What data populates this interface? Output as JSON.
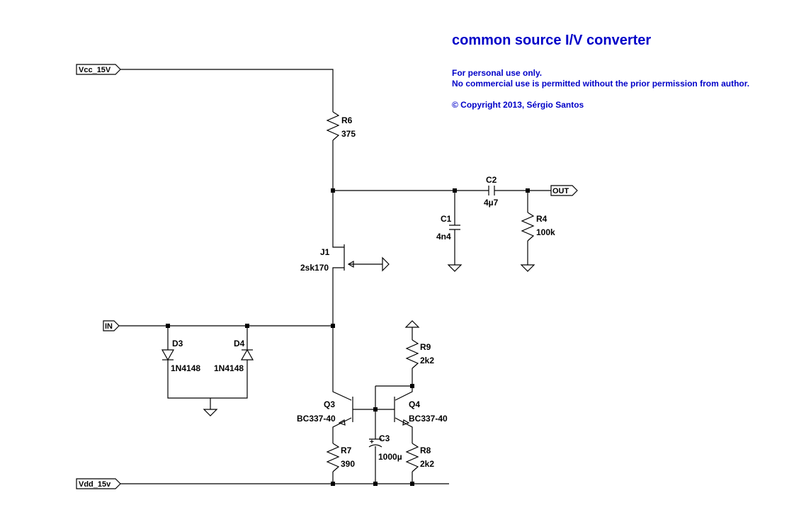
{
  "title": "common source I/V converter",
  "notes": {
    "line1": "For personal use only.",
    "line2": "No commercial use is permitted without the prior permission from author.",
    "copyright": "© Copyright 2013, Sérgio Santos"
  },
  "ports": {
    "vcc": "Vcc_15V",
    "vdd": "Vdd_15v",
    "in": "IN",
    "out": "OUT"
  },
  "components": {
    "R6": {
      "ref": "R6",
      "value": "375"
    },
    "C2": {
      "ref": "C2",
      "value": "4µ7"
    },
    "C1": {
      "ref": "C1",
      "value": "4n4"
    },
    "R4": {
      "ref": "R4",
      "value": "100k"
    },
    "J1": {
      "ref": "J1",
      "value": "2sk170"
    },
    "D3": {
      "ref": "D3",
      "value": "1N4148"
    },
    "D4": {
      "ref": "D4",
      "value": "1N4148"
    },
    "R9": {
      "ref": "R9",
      "value": "2k2"
    },
    "Q3": {
      "ref": "Q3",
      "value": "BC337-40"
    },
    "Q4": {
      "ref": "Q4",
      "value": "BC337-40"
    },
    "C3": {
      "ref": "C3",
      "value": "1000µ",
      "polarity": "+"
    },
    "R7": {
      "ref": "R7",
      "value": "390"
    },
    "R8": {
      "ref": "R8",
      "value": "2k2"
    }
  }
}
